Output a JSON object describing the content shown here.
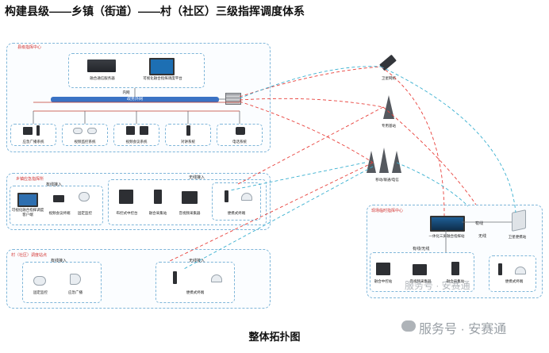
{
  "title": "构建县级——乡镇（街道）——村（社区）三级指挥调度体系",
  "caption": "整体拓扑图",
  "county": {
    "label": "县级指挥中心",
    "devices": [
      "融合通信服务器",
      "可视化融合指挥调度平台"
    ],
    "intranet": "内网",
    "bus_label": "政务外网",
    "systems": [
      "应急广播系统",
      "视频监控系统",
      "视频会议系统",
      "对讲系统",
      "电话系统"
    ]
  },
  "town": {
    "label": "乡镇应急指挥所",
    "wired_label": "有线接入",
    "wireless_label": "无线接入",
    "wired_devices": [
      "可视化融合指挥调度客户端",
      "视频会议终端",
      "固定监控"
    ],
    "wireless_devices": [
      "布控式中控台",
      "融合采集站",
      "音视频采集器",
      "便携式终端"
    ]
  },
  "village": {
    "label": "村（社区）调度站点",
    "wired_label": "有线接入",
    "wireless_label": "无线接入",
    "wired_devices": [
      "固定监控",
      "应急广播"
    ],
    "wireless_devices": [
      "便携式终端"
    ]
  },
  "network": {
    "satellite": "卫星网络",
    "base_station": "专用基站",
    "mobile": "移动/联通/电信"
  },
  "field": {
    "label": "现场临时指挥中心",
    "main_device": "一体化三屏融合指挥站",
    "satellite_terminal": "卫星便携站",
    "wired_label": "有线",
    "wireless_label": "无线",
    "link_label": "有线/无线",
    "devices": [
      "融合中控站",
      "音视频采集器",
      "融合采集站",
      "便携式终端"
    ]
  },
  "watermark": "服务号 · 安赛通",
  "colors": {
    "accent": "#3a72c4",
    "wired": "#e8413c",
    "wireless": "#3ab0d0",
    "panel_border": "#7fb6d9",
    "label_red": "#d3322f"
  }
}
